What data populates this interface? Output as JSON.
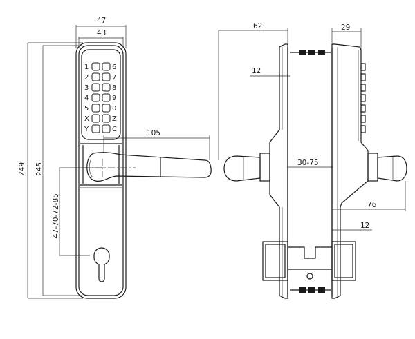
{
  "dimensions": {
    "front_outer_width": "47",
    "front_inner_width": "43",
    "total_height_outer": "249",
    "total_height_inner": "245",
    "handle_length": "105",
    "backset_range": "47-70-72-85",
    "side_depth_left": "62",
    "side_depth_right": "29",
    "side_plate_thickness_top": "12",
    "door_thickness_range": "30-75",
    "handle_projection": "76",
    "side_plate_thickness_bottom": "12"
  },
  "keypad": {
    "left_labels": [
      "1",
      "2",
      "3",
      "4",
      "5",
      "X",
      "Y"
    ],
    "right_labels": [
      "6",
      "7",
      "8",
      "9",
      "0",
      "Z",
      "C"
    ]
  }
}
